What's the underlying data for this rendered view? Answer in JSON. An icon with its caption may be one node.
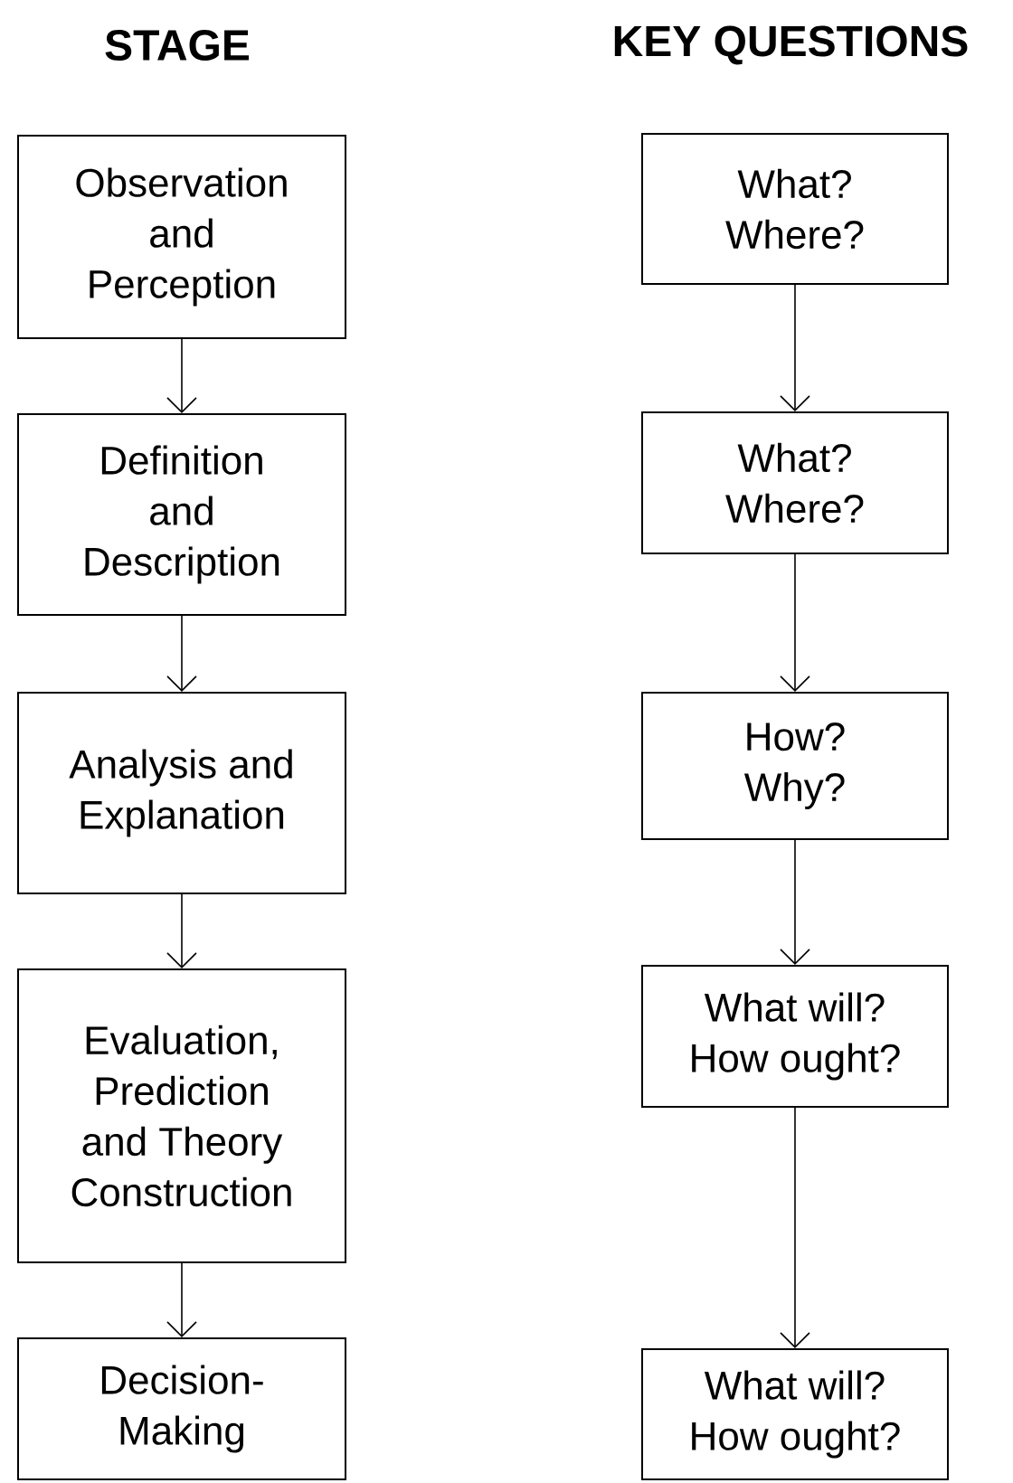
{
  "diagram": {
    "nodes": [
      {
        "text": [
          "Observation and Perception"
        ]
      },
      {
        "text": [
          "Definition and Description"
        ]
      },
      {
        "text": [
          "Analysis and Explanation"
        ]
      },
      {
        "text": [
          "Evaluation, Prediction and Theory Construction"
        ]
      },
      {
        "text": [
          "Decision-Making"
        ]
      },
      {
        "text": [
          "What? Where?"
        ]
      },
      {
        "text": [
          "What? Where?"
        ]
      },
      {
        "text": [
          "How? Why?"
        ]
      },
      {
        "text": [
          "What will? How ought?"
        ]
      },
      {
        "text": [
          "What will? How ought?"
        ]
      }
    ],
    "edges": [
      {
        "from": 0,
        "to": 1,
        "arrow": "to"
      },
      {
        "from": 1,
        "to": 2,
        "arrow": "to"
      },
      {
        "from": 2,
        "to": 3,
        "arrow": "to"
      },
      {
        "from": 3,
        "to": 4,
        "arrow": "to"
      },
      {
        "from": 5,
        "to": 6,
        "arrow": "to"
      },
      {
        "from": 6,
        "to": 7,
        "arrow": "to"
      },
      {
        "from": 7,
        "to": 8,
        "arrow": "to"
      },
      {
        "from": 8,
        "to": 9,
        "arrow": "to"
      }
    ],
    "labels": [
      "STAGE",
      "KEY QUESTIONS"
    ]
  }
}
